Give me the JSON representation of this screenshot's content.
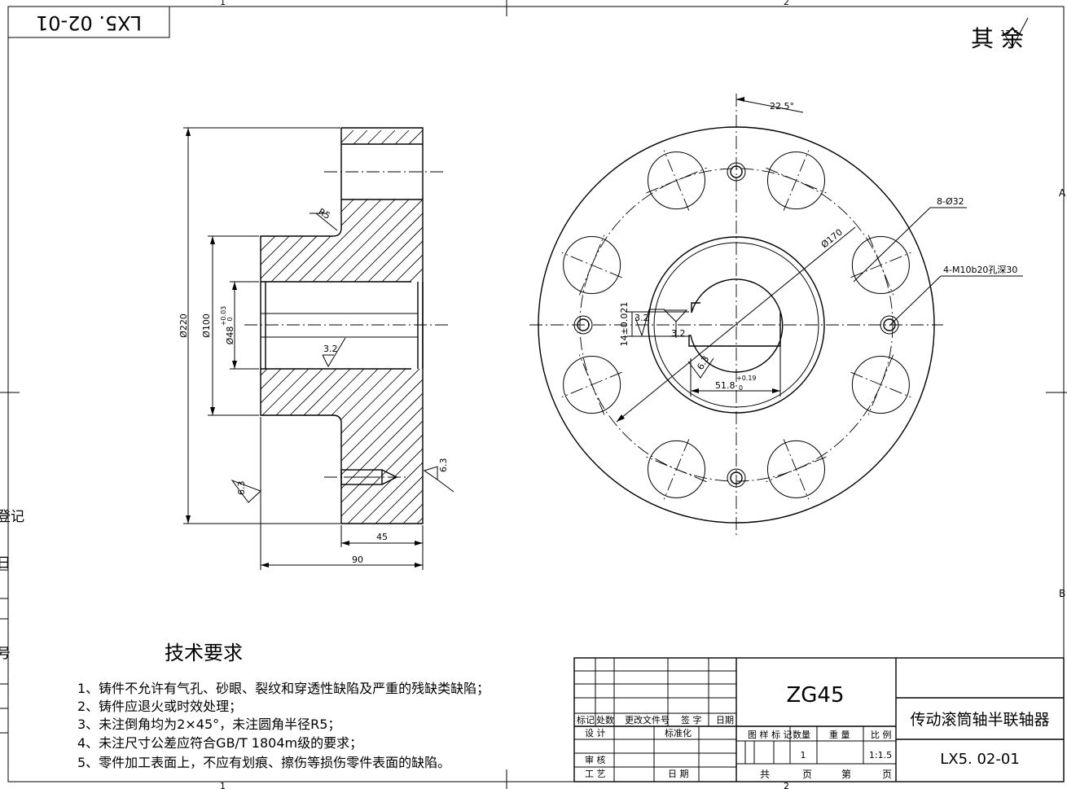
{
  "header": {
    "code_stamp": "LX5. 02-01",
    "sheet_note": "其 余",
    "zone_top": [
      "1",
      "2"
    ],
    "zone_side": [
      "A",
      "B"
    ],
    "left_strip": [
      "登记",
      "日",
      "号"
    ]
  },
  "section_view": {
    "dims": {
      "d220": "Ø220",
      "d100": "Ø100",
      "d48": "Ø48",
      "d48_tol_upper": "+0.03",
      "d48_tol_lower": "0",
      "r5": "R5",
      "len45": "45",
      "len90": "90"
    },
    "roughness": [
      "3.2",
      "6.3",
      "6.3"
    ]
  },
  "front_view": {
    "angle": "22.5°",
    "holes_spec": "8-Ø32",
    "pcd": "Ø170",
    "threads_spec": "4-M10b20孔深30",
    "key_width": "14±0.021",
    "key_depth": "51.8",
    "key_depth_tol_upper": "+0.19",
    "key_depth_tol_lower": "0",
    "roughness": [
      "3.2",
      "3.2",
      "6.3"
    ]
  },
  "tech": {
    "title": "技术要求",
    "items": [
      "1、铸件不允许有气孔、砂眼、裂纹和穿透性缺陷及严重的残缺类缺陷；",
      "2、铸件应退火或时效处理；",
      "3、未注倒角均为2×45°，未注圆角半径R5；",
      "4、未注尺寸公差应符合GB/T 1804m级的要求；",
      "5、零件加工表面上，不应有划痕、擦伤等损伤零件表面的缺陷。"
    ]
  },
  "title_block": {
    "material": "ZG45",
    "part_name": "传动滚筒轴半联轴器",
    "drawing_no": "LX5. 02-01",
    "rev_headers": [
      "标记",
      "处数",
      "更改文件号",
      "签 字",
      "日期"
    ],
    "roles": [
      "设 计",
      "标准化",
      "审 核",
      "工 艺",
      "日 期"
    ],
    "info_headers": [
      "图 样 标 记",
      "数量",
      "重 量",
      "比 例"
    ],
    "quantity": "1",
    "scale": "1:1.5",
    "sheets_row": [
      "共",
      "页",
      "第",
      "页"
    ]
  }
}
